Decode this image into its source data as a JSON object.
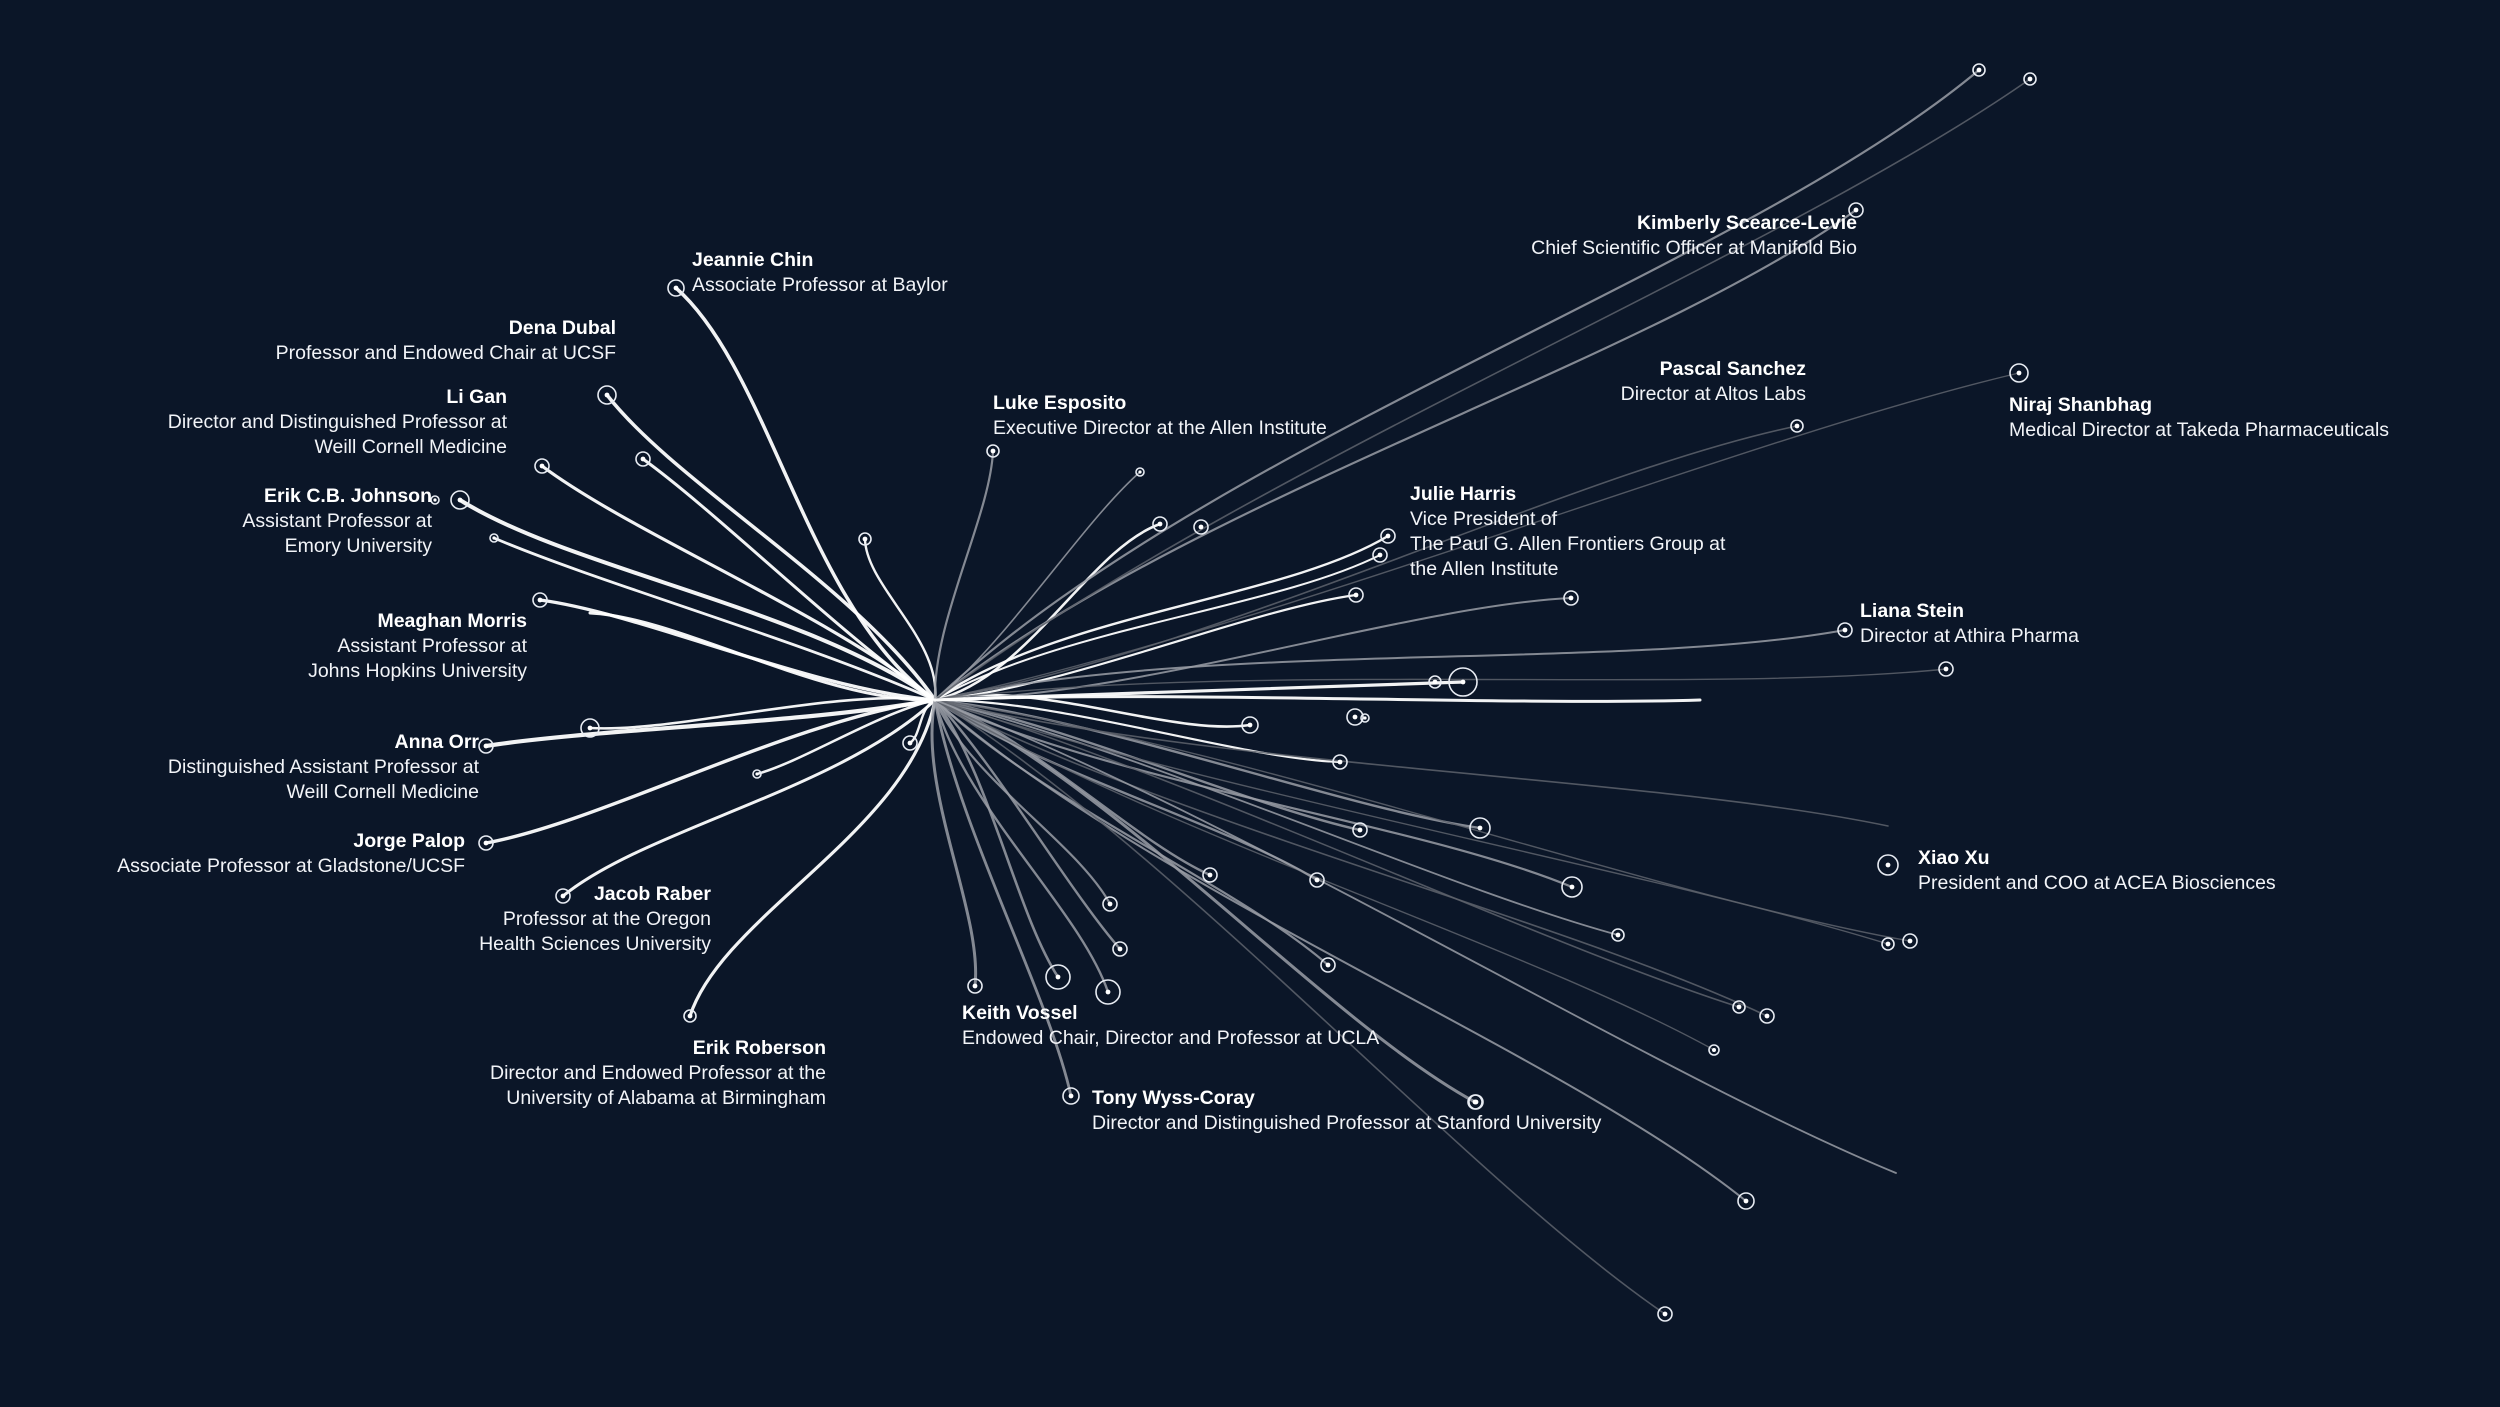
{
  "people": [
    {
      "name": "Jeannie Chin",
      "title_lines": [
        "Associate Professor at Baylor"
      ]
    },
    {
      "name": "Dena Dubal",
      "title_lines": [
        "Professor and Endowed Chair at UCSF"
      ]
    },
    {
      "name": "Li Gan",
      "title_lines": [
        "Director and Distinguished Professor at",
        "Weill Cornell Medicine"
      ]
    },
    {
      "name": "Erik C.B. Johnson",
      "title_lines": [
        "Assistant Professor at",
        "Emory University"
      ]
    },
    {
      "name": "Meaghan Morris",
      "title_lines": [
        "Assistant Professor at",
        "Johns Hopkins University"
      ]
    },
    {
      "name": "Anna Orr",
      "title_lines": [
        "Distinguished Assistant Professor at",
        "Weill Cornell Medicine"
      ]
    },
    {
      "name": "Jorge Palop",
      "title_lines": [
        "Associate Professor at Gladstone/UCSF"
      ]
    },
    {
      "name": "Jacob Raber",
      "title_lines": [
        "Professor at the Oregon",
        "Health Sciences University"
      ]
    },
    {
      "name": "Erik Roberson",
      "title_lines": [
        "Director and Endowed Professor at the",
        "University of Alabama at Birmingham"
      ]
    },
    {
      "name": "Luke Esposito",
      "title_lines": [
        "Executive Director at the Allen Institute"
      ]
    },
    {
      "name": "Julie Harris",
      "title_lines": [
        "Vice President of",
        "The Paul G. Allen Frontiers Group at",
        "the Allen Institute"
      ]
    },
    {
      "name": "Keith Vossel",
      "title_lines": [
        "Endowed Chair, Director and Professor at UCLA"
      ]
    },
    {
      "name": "Tony Wyss-Coray",
      "title_lines": [
        "Director and Distinguished Professor at Stanford University"
      ]
    },
    {
      "name": "Kimberly Scearce-Levie",
      "title_lines": [
        "Chief Scientific Officer at Manifold Bio"
      ]
    },
    {
      "name": "Pascal Sanchez",
      "title_lines": [
        "Director at Altos Labs"
      ]
    },
    {
      "name": "Niraj Shanbhag",
      "title_lines": [
        "Medical Director at Takeda Pharmaceuticals"
      ]
    },
    {
      "name": "Liana Stein",
      "title_lines": [
        "Director at Athira Pharma"
      ]
    },
    {
      "name": "Xiao Xu",
      "title_lines": [
        "President and COO at ACEA Biosciences"
      ]
    }
  ],
  "colors": {
    "background": "#0b1628",
    "trunk": "#ffffff",
    "branch_mid": "#9a9ea6",
    "branch_faint": "#5e636c",
    "text": "#ffffff"
  }
}
